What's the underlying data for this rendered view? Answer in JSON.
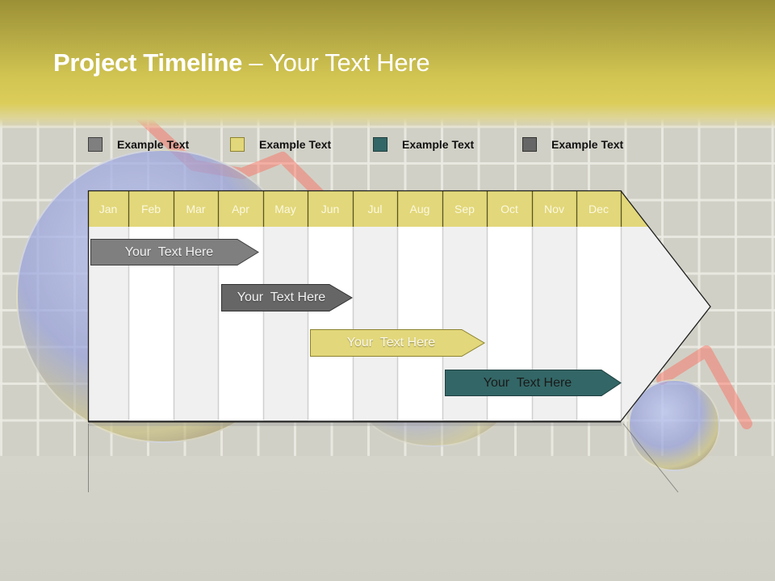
{
  "title": {
    "bold": "Project Timeline",
    "normal": " – Your Text Here"
  },
  "legend": [
    {
      "label": "Example Text",
      "color": "#7f7f7f",
      "border": "#3f3f3f"
    },
    {
      "label": "Example Text",
      "color": "#e2d77a",
      "border": "#8c8230"
    },
    {
      "label": "Example Text",
      "color": "#336666",
      "border": "#1f3f3f"
    },
    {
      "label": "Example Text",
      "color": "#666666",
      "border": "#333333"
    }
  ],
  "timeline": {
    "months": [
      "Jan",
      "Feb",
      "Mar",
      "Apr",
      "May",
      "Jun",
      "Jul",
      "Aug",
      "Sep",
      "Oct",
      "Nov",
      "Dec"
    ],
    "header_color": "#e2d77a",
    "column_colors": [
      "#f0f0f0",
      "#ffffff"
    ]
  },
  "tasks": [
    {
      "label": "Your  Text Here",
      "start_month": "Jan",
      "end_month": "Apr",
      "color": "#7f7f7f",
      "text_color": "#f2f2f2"
    },
    {
      "label": "Your  Text Here",
      "start_month": "Apr",
      "end_month": "Jun",
      "color": "#666666",
      "text_color": "#f2f2f2"
    },
    {
      "label": "Your  Text Here",
      "start_month": "Jun",
      "end_month": "Sep",
      "color": "#e2d77a",
      "text_color": "#fbf8ea"
    },
    {
      "label": "Your  Text Here",
      "start_month": "Sep",
      "end_month": "Dec",
      "color": "#336666",
      "text_color": "#1a1a1a"
    }
  ]
}
